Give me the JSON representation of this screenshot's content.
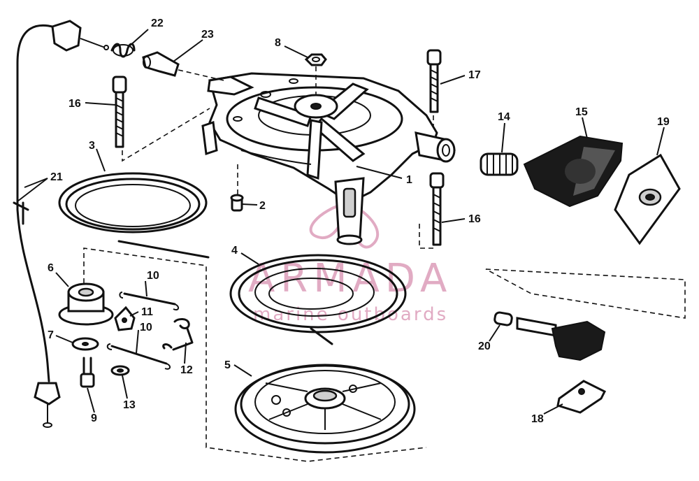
{
  "callouts": [
    {
      "id": "c1",
      "label": "1"
    },
    {
      "id": "c2",
      "label": "2"
    },
    {
      "id": "c3",
      "label": "3"
    },
    {
      "id": "c4",
      "label": "4"
    },
    {
      "id": "c5",
      "label": "5"
    },
    {
      "id": "c6",
      "label": "6"
    },
    {
      "id": "c7",
      "label": "7"
    },
    {
      "id": "c8",
      "label": "8"
    },
    {
      "id": "c9",
      "label": "9"
    },
    {
      "id": "c10a",
      "label": "10"
    },
    {
      "id": "c10b",
      "label": "10"
    },
    {
      "id": "c11",
      "label": "11"
    },
    {
      "id": "c12",
      "label": "12"
    },
    {
      "id": "c13",
      "label": "13"
    },
    {
      "id": "c14",
      "label": "14"
    },
    {
      "id": "c15",
      "label": "15"
    },
    {
      "id": "c16a",
      "label": "16"
    },
    {
      "id": "c16b",
      "label": "16"
    },
    {
      "id": "c17",
      "label": "17"
    },
    {
      "id": "c18",
      "label": "18"
    },
    {
      "id": "c19",
      "label": "19"
    },
    {
      "id": "c20",
      "label": "20"
    },
    {
      "id": "c21",
      "label": "21"
    },
    {
      "id": "c22",
      "label": "22"
    },
    {
      "id": "c23",
      "label": "23"
    }
  ],
  "watermark": {
    "brand": "ARMADA",
    "tagline": "marine outboards",
    "color": "#d88fb0"
  }
}
